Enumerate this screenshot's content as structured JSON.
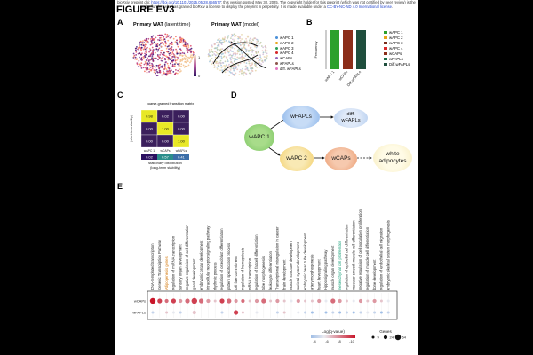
{
  "preprint": {
    "line1": "bioRxiv preprint doi:",
    "doi": "https://doi.org/10.1101/2025.05.28.656577",
    "line1b": "; this version posted May 30, 2025. The copyright holder for this preprint (which",
    "line2": "was not certified by peer review) is the author/funder, who has granted bioRxiv a license to display the preprint in perpetuity. It is made",
    "line3": "available under a",
    "license": "CC-BY-NC-ND 4.0 International license",
    "line3b": "."
  },
  "figure_title": "FIGURE EV3",
  "panels": {
    "A": {
      "label": "A",
      "umap1_title": "Primary WAT",
      "umap1_sub": "(latent time)",
      "umap2_title": "Primary WAT",
      "umap2_sub": "(model)",
      "colorbar_ticks": [
        "1",
        "0"
      ],
      "legend": [
        {
          "name": "wAPC 1",
          "color": "#4a90d9"
        },
        {
          "name": "wAPC 2",
          "color": "#e8a317"
        },
        {
          "name": "wAPC 3",
          "color": "#2ca05a"
        },
        {
          "name": "wAPC 4",
          "color": "#d62728"
        },
        {
          "name": "wCAPs",
          "color": "#9467bd"
        },
        {
          "name": "wFAPLs",
          "color": "#8c564b"
        },
        {
          "name": "diff. wFAPLs",
          "color": "#e377c2"
        }
      ]
    },
    "B": {
      "label": "B",
      "ylabel": "Frequency",
      "categories": [
        "wAPC 1",
        "wCAPs",
        "Diff.wFAPLs"
      ],
      "legend": [
        {
          "name": "wAPC 1",
          "color": "#2ca02c"
        },
        {
          "name": "wAPC 2",
          "color": "#e8a317"
        },
        {
          "name": "wAPC 3",
          "color": "#7a2e1c"
        },
        {
          "name": "wAPC 4",
          "color": "#d62728"
        },
        {
          "name": "wCAPs",
          "color": "#8c2d19"
        },
        {
          "name": "wFAPLs",
          "color": "#1a6b45"
        },
        {
          "name": "Diff.wFAPLs",
          "color": "#1f4e3d"
        }
      ],
      "colors": {
        "wAPC 1": "#2ca02c",
        "wCAPs": "#8c2d19",
        "Diff.wFAPLs": "#1f4e3d"
      }
    },
    "C": {
      "label": "C",
      "title": "coarse-grained transition matrix",
      "ylabel": "(short-term stability)",
      "rows": [
        "",
        "",
        ""
      ],
      "cols": [
        "wAPC 1",
        "wCAPs",
        "wFAPLs"
      ],
      "matrix": [
        [
          "0.98",
          "0.02",
          "0.00"
        ],
        [
          "0.00",
          "1.00",
          "0.00"
        ],
        [
          "0.00",
          "0.00",
          "1.00"
        ]
      ],
      "stationary_values": [
        "0.02",
        "0.57",
        "0.41"
      ],
      "stationary_label1": "stationary distribution",
      "stationary_label2": "(long-term stability)"
    },
    "D": {
      "label": "D",
      "nodes": {
        "wapc1": "wAPC 1",
        "wfapls": "wFAPLs",
        "diff_wfapls_1": "diff.",
        "diff_wfapls_2": "wFAPLs",
        "wapc2": "wAPC 2",
        "wcaps": "wCAPs",
        "white1": "white",
        "white2": "adipocytes"
      }
    },
    "E": {
      "label": "E",
      "terms": [
        "DNA-templated transcription",
        "Generic Transcription Pathway",
        "Adipogenesis genes",
        "regulation of miRNA transcription",
        "sensory organ development",
        "negative regulation of cell differentiation",
        "gland development",
        "embryonic organ development",
        "intracellular receptor signaling pathway",
        "rhythmic process",
        "regulation of osteoblast differentiation",
        "pattern specification process",
        "cell fate commitment",
        "regulation of hemopoiesis",
        "mRNA transcription",
        "regulation of fat cell differentiation",
        "tube morphogenesis",
        "leukocyte differentiation",
        "Transcriptional misregulation in cancer",
        "brain development",
        "muscle structure development",
        "skeletal system development",
        "embryonic heart tube development",
        "artery morphogenesis",
        "heart development",
        "Hippo signaling pathway",
        "muscle organ development",
        "mesenchymal cell proliferation",
        "regulation of epithelial cell differentiation",
        "vascular smooth muscle cell differentiation",
        "negative regulation of cell population proliferation",
        "regulation of muscle cell differentiation",
        "bone development",
        "regulation of endothelial cell migration",
        "embryonic skeletal system morphogenesis"
      ],
      "term_colors": {
        "Adipogenesis genes": "#d4780a",
        "mesenchymal cell proliferation": "#1aa07a"
      },
      "rows": [
        "wCAPs",
        "wFAPLs"
      ],
      "wcaps_logq": [
        -10,
        -9,
        -8,
        -9,
        -7,
        -8,
        -9,
        -8,
        -7,
        -6,
        -9,
        -8,
        -7,
        -8,
        -6,
        -7,
        -8,
        -6,
        -7,
        -6,
        -5,
        -7,
        -6,
        -6,
        -7,
        -5,
        -8,
        -7,
        -6,
        -5,
        -7,
        -6,
        -7,
        -6,
        -5
      ],
      "wcaps_size": [
        64,
        40,
        24,
        40,
        24,
        40,
        64,
        40,
        24,
        9,
        40,
        40,
        24,
        24,
        9,
        24,
        40,
        9,
        24,
        9,
        9,
        24,
        9,
        9,
        24,
        9,
        40,
        24,
        9,
        9,
        24,
        9,
        24,
        9,
        9
      ],
      "wfapls_logq": [
        -4,
        null,
        -6,
        -5,
        -4,
        null,
        -6,
        null,
        null,
        null,
        -4,
        null,
        -9,
        -6,
        null,
        -5,
        null,
        null,
        -4,
        -6,
        null,
        -5,
        -4,
        -3,
        null,
        -3,
        -4,
        -3,
        -4,
        -3,
        -4,
        -5,
        -4,
        -3,
        -4
      ],
      "wfapls_size": [
        9,
        null,
        9,
        9,
        9,
        null,
        24,
        null,
        null,
        null,
        9,
        null,
        40,
        9,
        null,
        9,
        null,
        null,
        9,
        9,
        null,
        9,
        9,
        9,
        null,
        9,
        9,
        9,
        9,
        9,
        9,
        9,
        9,
        9,
        9
      ],
      "legend_color_title": "Log(q-value)",
      "legend_color_ticks": [
        "-4",
        "-6",
        "-8",
        "-10"
      ],
      "legend_size_title": "Genes",
      "legend_sizes": [
        "9",
        "24",
        "64"
      ]
    }
  }
}
